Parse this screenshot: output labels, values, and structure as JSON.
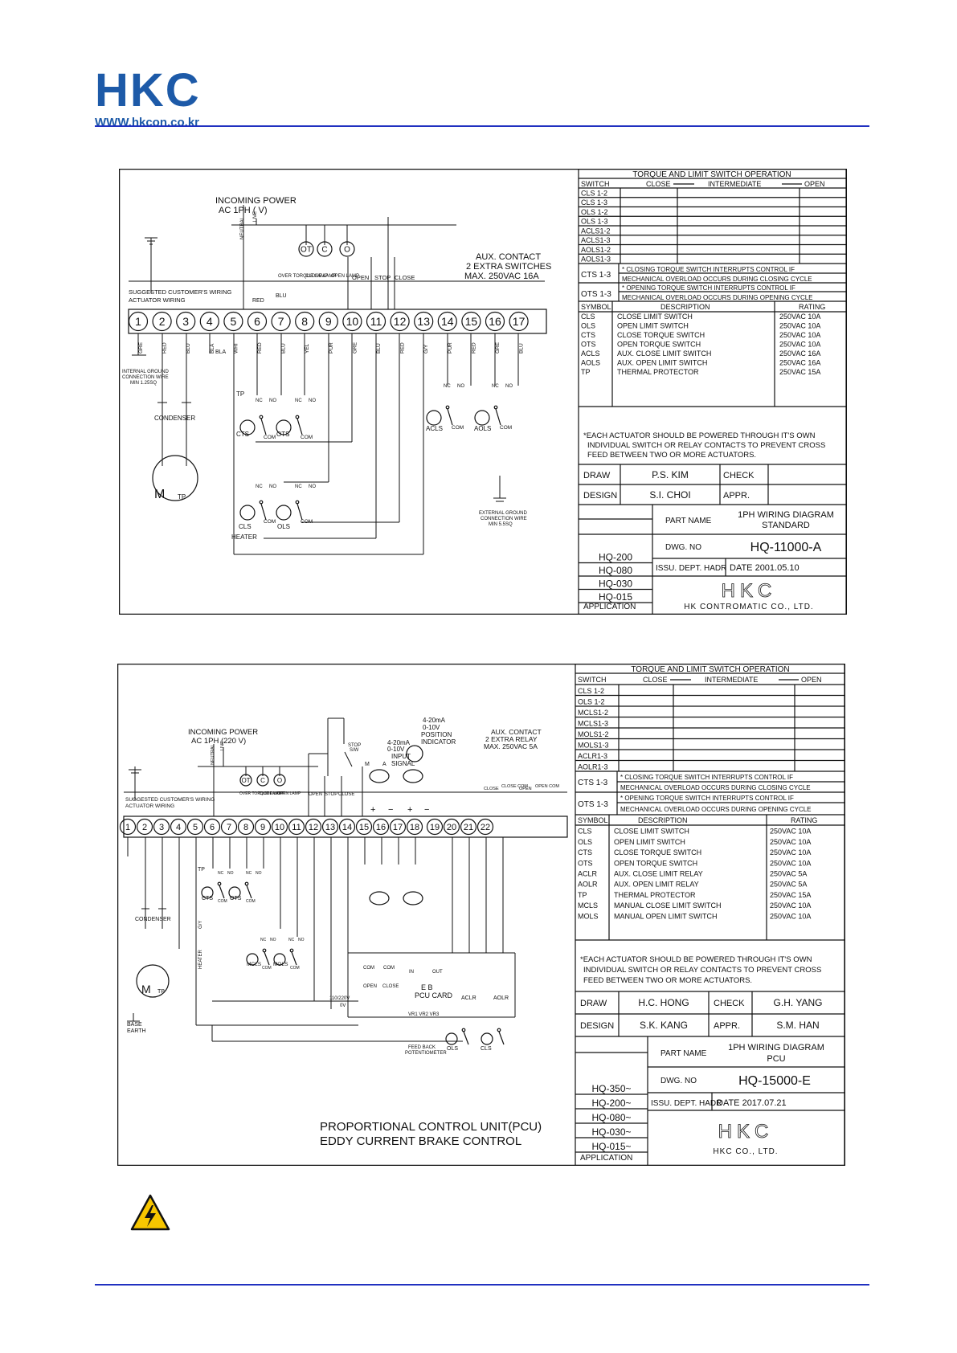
{
  "header": {
    "logo": "HKC",
    "url": "WWW.hkcon.co.kr"
  },
  "d1": {
    "table_title": "TORQUE AND LIMIT SWITCH OPERATION",
    "switch_label": "SWITCH",
    "close": "CLOSE",
    "intermediate": "INTERMEDIATE",
    "open": "OPEN",
    "switches": [
      "CLS 1-2",
      "CLS 1-3",
      "OLS 1-2",
      "OLS 1-3",
      "ACLS1-2",
      "ACLS1-3",
      "AOLS1-2",
      "AOLS1-3"
    ],
    "cts_label": "CTS 1-3",
    "cts_note": [
      "* CLOSING TORQUE SWITCH INTERRUPTS CONTROL IF",
      "MECHANICAL OVERLOAD OCCURS DURING CLOSING CYCLE"
    ],
    "ots_label": "OTS 1-3",
    "ots_note": [
      "* OPENING TORQUE SWITCH INTERRUPTS CONTROL IF",
      "MECHANICAL OVERLOAD OCCURS DURING OPENING CYCLE"
    ],
    "sym_header": [
      "SYMBOL",
      "DESCRIPTION",
      "RATING"
    ],
    "symbols": [
      [
        "CLS",
        "CLOSE LIMIT SWITCH",
        "250VAC 10A"
      ],
      [
        "OLS",
        "OPEN LIMIT SWITCH",
        "250VAC 10A"
      ],
      [
        "CTS",
        "CLOSE TORQUE SWITCH",
        "250VAC 10A"
      ],
      [
        "OTS",
        "OPEN TORQUE SWITCH",
        "250VAC 10A"
      ],
      [
        "ACLS",
        "AUX. CLOSE LIMIT SWITCH",
        "250VAC 16A"
      ],
      [
        "AOLS",
        "AUX. OPEN LIMIT SWITCH",
        "250VAC 16A"
      ],
      [
        "TP",
        "THERMAL PROTECTOR",
        "250VAC 15A"
      ]
    ],
    "note": [
      "*EACH ACTUATOR SHOULD BE POWERED THROUGH IT'S OWN",
      "INDIVIDUAL SWITCH OR RELAY CONTACTS TO PREVENT CROSS",
      "FEED BETWEEN TWO OR MORE ACTUATORS."
    ],
    "draw_label": "DRAW",
    "draw_name": "P.S. KIM",
    "check_label": "CHECK",
    "check_name": "",
    "design_label": "DESIGN",
    "design_name": "S.I. CHOI",
    "appr_label": "APPR.",
    "appr_name": "",
    "part_label": "PART NAME",
    "part_name": [
      "1PH WIRING DIAGRAM",
      "STANDARD"
    ],
    "dwg_label": "DWG. NO",
    "dwg_no": "HQ-11000-A",
    "issu": "ISSU. DEPT. HADR",
    "date": "DATE 2001.05.10",
    "apps": [
      "HQ-200",
      "HQ-080",
      "HQ-030",
      "HQ-015"
    ],
    "app_label": "APPLICATION",
    "co_logo": "HKC",
    "company": "HK CONTROMATIC CO., LTD.",
    "incoming": [
      "INCOMING POWER",
      "AC 1PH (      V)"
    ],
    "neutral": "NEUTRAL",
    "live": "LIVE",
    "aux": [
      "AUX. CONTACT",
      "2 EXTRA SWITCHES",
      "MAX. 250VAC 16A"
    ],
    "customer_wiring": "SUGGESTED CUSTOMER'S WIRING",
    "actuator_wiring": "ACTUATOR WIRING",
    "lamps": [
      "OT",
      "C",
      "O"
    ],
    "lamp_labels": [
      "OVER TORQUE LAMP",
      "CLOSE LAMP",
      "OPEN LAMP"
    ],
    "btns": [
      "OPEN",
      "STOP",
      "CLOSE"
    ],
    "terminals": [
      "1",
      "2",
      "3",
      "4",
      "5",
      "6",
      "7",
      "8",
      "9",
      "10",
      "11",
      "12",
      "13",
      "14",
      "15",
      "16",
      "17"
    ],
    "wire_colors": [
      "GRE",
      "RED",
      "BLU",
      "BLA",
      "WHI",
      "RED",
      "BLU",
      "YEL",
      "PUR",
      "GRE",
      "BLU",
      "RED",
      "G/Y",
      "PUR",
      "RED",
      "GRE",
      "BLU"
    ],
    "red": "RED",
    "blu": "BLU",
    "bla": "BLA",
    "ground": [
      "INTERNAL GROUND",
      "CONNECTION WIRE",
      "MIN 1.25SQ"
    ],
    "ext_ground": [
      "EXTERNAL GROUND",
      "CONNECTION WIRE",
      "MIN 5.5SQ"
    ],
    "condenser": "CONDENSER",
    "heater": "HEATER",
    "motor": "M",
    "tp": "TP",
    "cts": "CTS",
    "ots": "OTS",
    "cls": "CLS",
    "ols": "OLS",
    "acls": "ACLS",
    "aols": "AOLS",
    "com": "COM",
    "nc": "NC",
    "no": "NO"
  },
  "d2": {
    "table_title": "TORQUE AND LIMIT SWITCH OPERATION",
    "switch_label": "SWITCH",
    "close": "CLOSE",
    "intermediate": "INTERMEDIATE",
    "open": "OPEN",
    "switches": [
      "CLS 1-2",
      "OLS 1-2",
      "MCLS1-2",
      "MCLS1-3",
      "MOLS1-2",
      "MOLS1-3",
      "ACLR1-3",
      "AOLR1-3"
    ],
    "cts_label": "CTS 1-3",
    "cts_note": [
      "* CLOSING TORQUE SWITCH INTERRUPTS CONTROL IF",
      "MECHANICAL OVERLOAD OCCURS DURING CLOSING CYCLE"
    ],
    "ots_label": "OTS 1-3",
    "ots_note": [
      "* OPENING TORQUE SWITCH INTERRUPTS CONTROL IF",
      "MECHANICAL OVERLOAD OCCURS DURING OPENING CYCLE"
    ],
    "sym_header": [
      "SYMBOL",
      "DESCRIPTION",
      "RATING"
    ],
    "symbols": [
      [
        "CLS",
        "CLOSE LIMIT SWITCH",
        "250VAC 10A"
      ],
      [
        "OLS",
        "OPEN LIMIT SWITCH",
        "250VAC 10A"
      ],
      [
        "CTS",
        "CLOSE TORQUE SWITCH",
        "250VAC 10A"
      ],
      [
        "OTS",
        "OPEN TORQUE SWITCH",
        "250VAC 10A"
      ],
      [
        "ACLR",
        "AUX. CLOSE LIMIT RELAY",
        "250VAC 5A"
      ],
      [
        "AOLR",
        "AUX. OPEN LIMIT RELAY",
        "250VAC 5A"
      ],
      [
        "TP",
        "THERMAL PROTECTOR",
        "250VAC 15A"
      ],
      [
        "MCLS",
        "MANUAL CLOSE LIMIT SWITCH",
        "250VAC 10A"
      ],
      [
        "MOLS",
        "MANUAL OPEN LIMIT SWITCH",
        "250VAC 10A"
      ]
    ],
    "note": [
      "*EACH ACTUATOR SHOULD BE POWERED THROUGH IT'S OWN",
      "INDIVIDUAL SWITCH OR RELAY CONTACTS TO PREVENT CROSS",
      "FEED BETWEEN TWO OR MORE ACTUATORS."
    ],
    "draw_label": "DRAW",
    "draw_name": "H.C. HONG",
    "check_label": "CHECK",
    "check_name": "G.H. YANG",
    "design_label": "DESIGN",
    "design_name": "S.K. KANG",
    "appr_label": "APPR.",
    "appr_name": "S.M. HAN",
    "part_label": "PART NAME",
    "part_name": [
      "1PH WIRING DIAGRAM",
      "PCU"
    ],
    "dwg_label": "DWG. NO",
    "dwg_no": "HQ-15000-E",
    "issu": "ISSU. DEPT. HADR",
    "date": "DATE 2017.07.21",
    "apps": [
      "HQ-350~",
      "HQ-200~",
      "HQ-080~",
      "HQ-030~",
      "HQ-015~"
    ],
    "app_label": "APPLICATION",
    "co_logo": "HKC",
    "company": "HKC CO., LTD.",
    "incoming": [
      "INCOMING POWER",
      "AC 1PH (220 V)"
    ],
    "neutral": "NEUTRAL",
    "live": "LIVE",
    "aux": [
      "AUX. CONTACT",
      "2 EXTRA RELAY",
      "MAX. 250VAC 5A"
    ],
    "customer_wiring": "SUGGESTED CUSTOMER'S WIRING",
    "actuator_wiring": "ACTUATOR WIRING",
    "lamps": [
      "OT",
      "C",
      "O"
    ],
    "lamp_labels": [
      "OVER TORQUE LAMP",
      "CLOSE LAMP",
      "OPEN LAMP"
    ],
    "btns": [
      "OPEN",
      "STOP",
      "CLOSE"
    ],
    "stop_sw": [
      "STOP",
      "S/W"
    ],
    "m": "M",
    "a": "A",
    "input_signal": [
      "4-20mA",
      "0-10V",
      "INPUT",
      "SIGNAL"
    ],
    "position_ind": [
      "4-20mA",
      "0-10V",
      "POSITION",
      "INDICATOR"
    ],
    "relay_labels": [
      "CLOSE",
      "CLOSE COM",
      "OPEN",
      "OPEN COM"
    ],
    "terminals": [
      "1",
      "2",
      "3",
      "4",
      "5",
      "6",
      "7",
      "8",
      "9",
      "10",
      "11",
      "12",
      "13",
      "14",
      "15",
      "16",
      "17",
      "18",
      "19",
      "20",
      "21",
      "22"
    ],
    "plus": "+",
    "minus": "−",
    "condenser": "CONDENSER",
    "heater": "HEATER",
    "base_earth": [
      "BASE",
      "EARTH"
    ],
    "motor": "M",
    "tp": "TP",
    "cts": "CTS",
    "ots": "OTS",
    "mcls": "MCLS",
    "mols": "MOLS",
    "ols": "OLS",
    "cls": "CLS",
    "aclr": "ACLR",
    "aolr": "AOLR",
    "pcu": [
      "E B",
      "PCU CARD"
    ],
    "pcu_com1": "COM",
    "pcu_com2": "COM",
    "pcu_open": "OPEN",
    "pcu_close": "CLOSE",
    "pcu_in": "IN",
    "pcu_out": "OUT",
    "pcu_power": [
      "110/220V",
      "0V"
    ],
    "vr": "VR1 VR2 VR3",
    "feedback": [
      "FEED BACK",
      "POTENTIOMETER"
    ],
    "title": [
      "PROPORTIONAL CONTROL UNIT(PCU)",
      "EDDY CURRENT BRAKE CONTROL"
    ],
    "com": "COM",
    "nc": "NC",
    "no": "NO",
    "gy": "G/Y"
  },
  "warning": "high-voltage-warning"
}
